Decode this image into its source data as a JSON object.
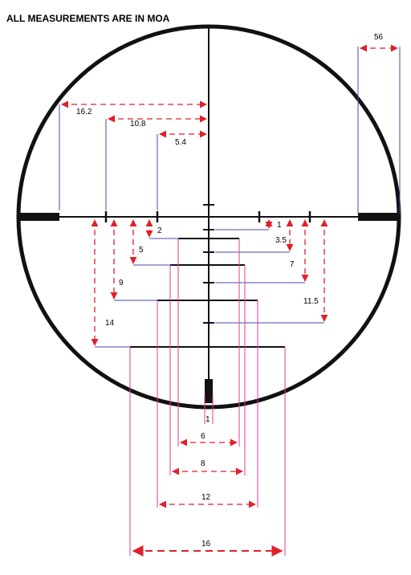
{
  "heading": "ALL MEASUREMENTS ARE IN MOA",
  "colors": {
    "reticle": "#111111",
    "dimension_arrow": "#e0202a",
    "leader_blue": "#4a4aa8",
    "leader_magenta": "#e23b9a",
    "background": "#ffffff"
  },
  "labels": {
    "field_of_view": "56",
    "post_left_outer": "16.2",
    "post_left_mid": "10.8",
    "post_left_inner": "5.4",
    "drop_1": "1",
    "drop_2": "2",
    "drop_3_5": "3.5",
    "drop_5": "5",
    "drop_7": "7",
    "drop_9": "9",
    "drop_11_5": "11.5",
    "drop_14": "14",
    "post_width": "1",
    "bar_6": "6",
    "bar_8": "8",
    "bar_12": "12",
    "bar_16": "16"
  }
}
